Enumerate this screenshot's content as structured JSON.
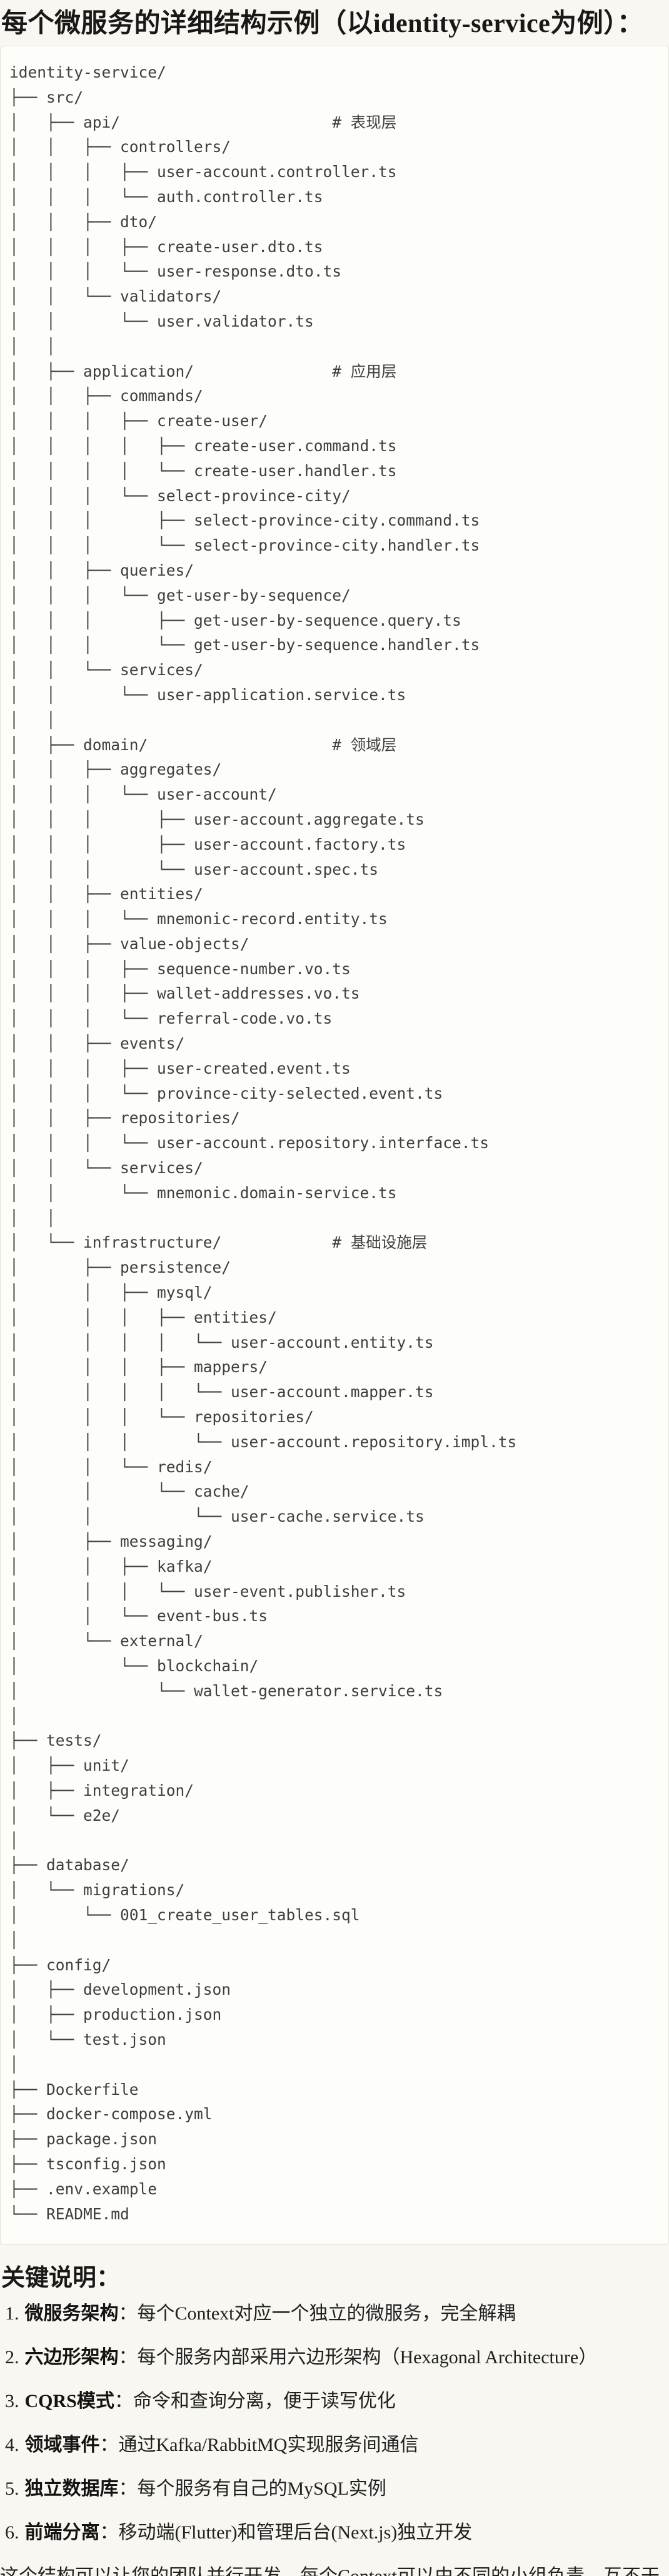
{
  "title": "每个微服务的详细结构示例（以identity-service为例）：",
  "colors": {
    "page_bg": "#f8f7f2",
    "code_block_bg": "#fdfdfa",
    "code_block_border": "#e5e3dc",
    "tree_text": "#3f3e3a",
    "body_text": "#202020"
  },
  "tree": {
    "lines": [
      "identity-service/",
      "├── src/",
      "│   ├── api/                       # 表现层",
      "│   │   ├── controllers/",
      "│   │   │   ├── user-account.controller.ts",
      "│   │   │   └── auth.controller.ts",
      "│   │   ├── dto/",
      "│   │   │   ├── create-user.dto.ts",
      "│   │   │   └── user-response.dto.ts",
      "│   │   └── validators/",
      "│   │       └── user.validator.ts",
      "│   │",
      "│   ├── application/               # 应用层",
      "│   │   ├── commands/",
      "│   │   │   ├── create-user/",
      "│   │   │   │   ├── create-user.command.ts",
      "│   │   │   │   └── create-user.handler.ts",
      "│   │   │   └── select-province-city/",
      "│   │   │       ├── select-province-city.command.ts",
      "│   │   │       └── select-province-city.handler.ts",
      "│   │   ├── queries/",
      "│   │   │   └── get-user-by-sequence/",
      "│   │   │       ├── get-user-by-sequence.query.ts",
      "│   │   │       └── get-user-by-sequence.handler.ts",
      "│   │   └── services/",
      "│   │       └── user-application.service.ts",
      "│   │",
      "│   ├── domain/                    # 领域层",
      "│   │   ├── aggregates/",
      "│   │   │   └── user-account/",
      "│   │   │       ├── user-account.aggregate.ts",
      "│   │   │       ├── user-account.factory.ts",
      "│   │   │       └── user-account.spec.ts",
      "│   │   ├── entities/",
      "│   │   │   └── mnemonic-record.entity.ts",
      "│   │   ├── value-objects/",
      "│   │   │   ├── sequence-number.vo.ts",
      "│   │   │   ├── wallet-addresses.vo.ts",
      "│   │   │   └── referral-code.vo.ts",
      "│   │   ├── events/",
      "│   │   │   ├── user-created.event.ts",
      "│   │   │   └── province-city-selected.event.ts",
      "│   │   ├── repositories/",
      "│   │   │   └── user-account.repository.interface.ts",
      "│   │   └── services/",
      "│   │       └── mnemonic.domain-service.ts",
      "│   │",
      "│   └── infrastructure/            # 基础设施层",
      "│       ├── persistence/",
      "│       │   ├── mysql/",
      "│       │   │   ├── entities/",
      "│       │   │   │   └── user-account.entity.ts",
      "│       │   │   ├── mappers/",
      "│       │   │   │   └── user-account.mapper.ts",
      "│       │   │   └── repositories/",
      "│       │   │       └── user-account.repository.impl.ts",
      "│       │   └── redis/",
      "│       │       └── cache/",
      "│       │           └── user-cache.service.ts",
      "│       ├── messaging/",
      "│       │   ├── kafka/",
      "│       │   │   └── user-event.publisher.ts",
      "│       │   └── event-bus.ts",
      "│       └── external/",
      "│           └── blockchain/",
      "│               └── wallet-generator.service.ts",
      "│",
      "├── tests/",
      "│   ├── unit/",
      "│   ├── integration/",
      "│   └── e2e/",
      "│",
      "├── database/",
      "│   └── migrations/",
      "│       └── 001_create_user_tables.sql",
      "│",
      "├── config/",
      "│   ├── development.json",
      "│   ├── production.json",
      "│   └── test.json",
      "│",
      "├── Dockerfile",
      "├── docker-compose.yml",
      "├── package.json",
      "├── tsconfig.json",
      "├── .env.example",
      "└── README.md"
    ]
  },
  "notes": {
    "heading": "关键说明：",
    "items": [
      {
        "num": "1.",
        "label": "微服务架构",
        "text": "：每个Context对应一个独立的微服务，完全解耦"
      },
      {
        "num": "2.",
        "label": "六边形架构",
        "text": "：每个服务内部采用六边形架构（Hexagonal Architecture）"
      },
      {
        "num": "3.",
        "label": "CQRS模式",
        "text": "：命令和查询分离，便于读写优化"
      },
      {
        "num": "4.",
        "label": "领域事件",
        "text": "：通过Kafka/RabbitMQ实现服务间通信"
      },
      {
        "num": "5.",
        "label": "独立数据库",
        "text": "：每个服务有自己的MySQL实例"
      },
      {
        "num": "6.",
        "label": "前端分离",
        "text": "：移动端(Flutter)和管理后台(Next.js)独立开发"
      }
    ],
    "footer": "这个结构可以让您的团队并行开发，每个Context可以由不同的小组负责，互不干扰。"
  }
}
